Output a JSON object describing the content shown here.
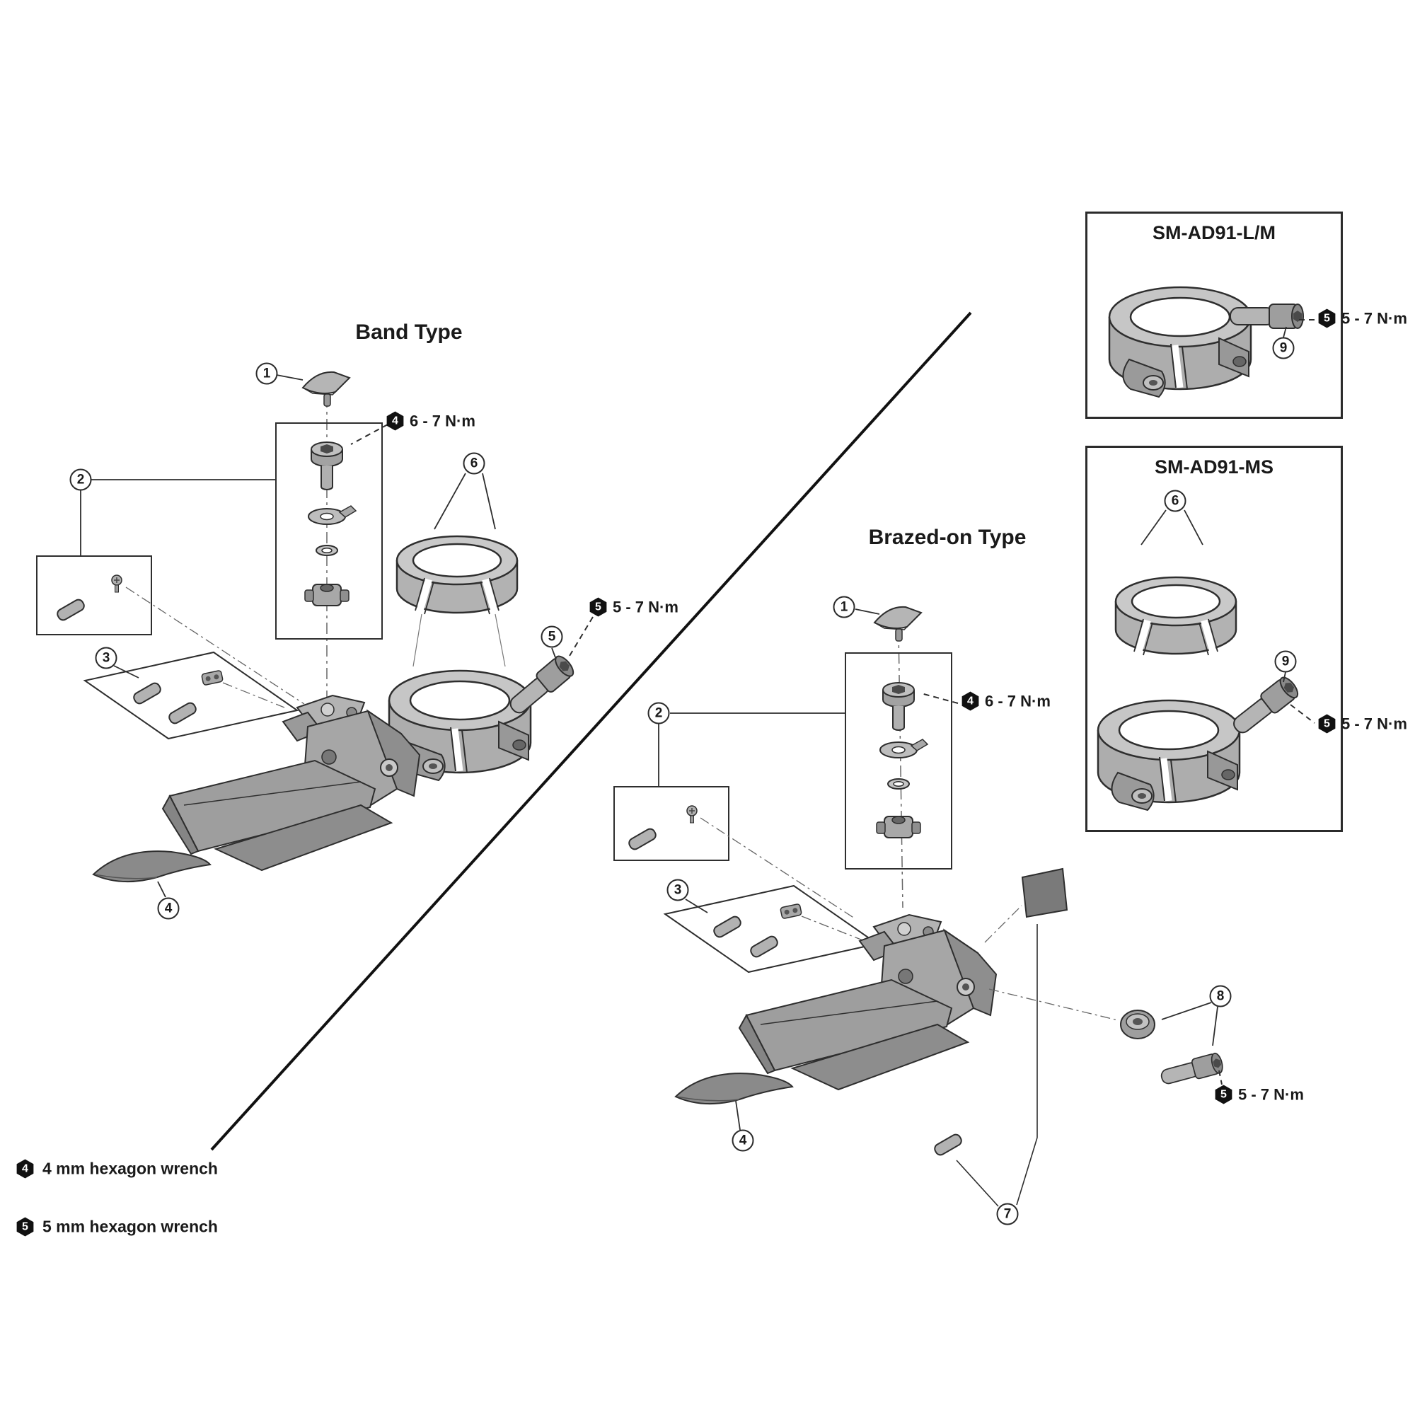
{
  "colors": {
    "ink": "#1a1a1a",
    "line": "#2e2e2e",
    "part_fill": "#b0b0b0",
    "badge": "#111111"
  },
  "icons": {
    "tool_badge": "hexagon",
    "callout": "circle-number"
  },
  "left": {
    "title": "Band Type",
    "callouts": [
      {
        "n": "1"
      },
      {
        "n": "2"
      },
      {
        "n": "3"
      },
      {
        "n": "4"
      },
      {
        "n": "5"
      },
      {
        "n": "6"
      }
    ],
    "torques": [
      {
        "tool": "4",
        "text": "6 - 7 N·m"
      },
      {
        "tool": "5",
        "text": "5 - 7 N·m"
      }
    ]
  },
  "right": {
    "title": "Brazed-on Type",
    "callouts": [
      {
        "n": "1"
      },
      {
        "n": "2"
      },
      {
        "n": "3"
      },
      {
        "n": "4"
      },
      {
        "n": "7"
      },
      {
        "n": "8"
      }
    ],
    "torques": [
      {
        "tool": "4",
        "text": "6 - 7 N·m"
      },
      {
        "tool": "5",
        "text": "5 - 7 N·m"
      }
    ]
  },
  "adapters": [
    {
      "title": "SM-AD91-L/M",
      "callouts": [
        {
          "n": "9"
        }
      ],
      "torque": {
        "tool": "5",
        "text": "5 - 7 N·m"
      }
    },
    {
      "title": "SM-AD91-MS",
      "callouts": [
        {
          "n": "6"
        },
        {
          "n": "9"
        }
      ],
      "torque": {
        "tool": "5",
        "text": "5 - 7 N·m"
      }
    }
  ],
  "legend": [
    {
      "tool": "4",
      "text": "4 mm hexagon wrench"
    },
    {
      "tool": "5",
      "text": "5 mm hexagon wrench"
    }
  ]
}
